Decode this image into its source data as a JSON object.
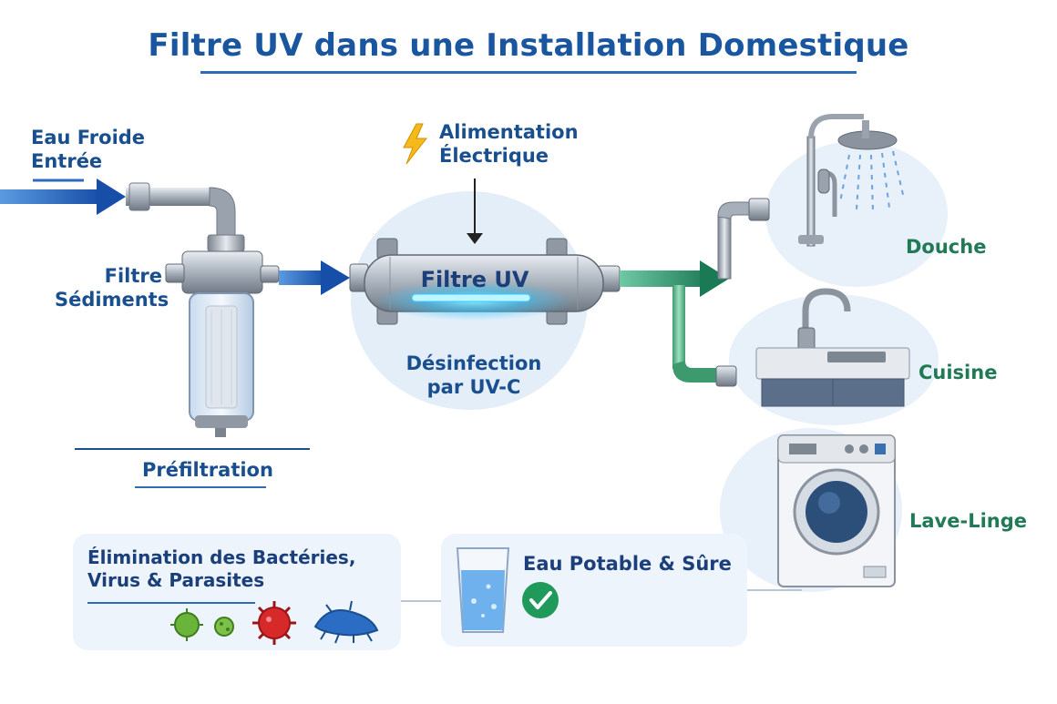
{
  "title": "Filtre UV dans une Installation Domestique",
  "inlet": {
    "line1": "Eau Froide",
    "line2": "Entrée"
  },
  "sediment_filter": {
    "line1": "Filtre",
    "line2": "Sédiments"
  },
  "prefiltration": "Préfiltration",
  "power": {
    "line1": "Alimentation",
    "line2": "Électrique"
  },
  "uv_filter": {
    "label": "Filtre UV"
  },
  "disinfection": {
    "line1": "Désinfection",
    "line2": "par UV-C"
  },
  "outlets": {
    "shower": "Douche",
    "kitchen": "Cuisine",
    "washer": "Lave-Linge"
  },
  "panels": {
    "elimination": {
      "line1": "Élimination des Bactéries,",
      "line2": "Virus & Parasites"
    },
    "safe_water": {
      "label": "Eau Potable & Sûre"
    }
  },
  "colors": {
    "title": "#1a56a0",
    "label_blue": "#1a4f8f",
    "label_green": "#1f7a55",
    "inlet_pipe": "#1e5bb0",
    "outlet_pipe": "#1f8a5c",
    "uv_glow": "#38c8ff",
    "check": "#1f9a5a"
  }
}
